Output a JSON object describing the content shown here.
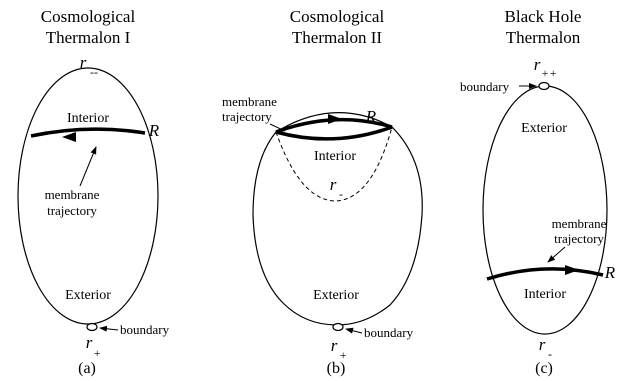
{
  "panels": [
    {
      "title_line1": "Cosmological",
      "title_line2": "Thermalon I",
      "label": "(a)",
      "region_top": "Interior",
      "region_bottom": "Exterior",
      "membrane_label": "R",
      "annotation_membrane_line1": "membrane",
      "annotation_membrane_line2": "trajectory",
      "annotation_boundary": "boundary",
      "top_point_sym": "r",
      "top_point_sub": "--",
      "bottom_point_sym": "r",
      "bottom_point_sub": "+"
    },
    {
      "title_line1": "Cosmological",
      "title_line2": "Thermalon II",
      "label": "(b)",
      "region_top": "Interior",
      "region_bottom": "Exterior",
      "membrane_label": "R",
      "annotation_membrane_line1": "membrane",
      "annotation_membrane_line2": "trajectory",
      "annotation_boundary": "boundary",
      "inner_point_sym": "r",
      "inner_point_sub": "-",
      "bottom_point_sym": "r",
      "bottom_point_sub": "+"
    },
    {
      "title_line1": "Black Hole",
      "title_line2": "Thermalon",
      "label": "(c)",
      "region_top": "Exterior",
      "region_bottom": "Interior",
      "membrane_label": "R",
      "annotation_membrane_line1": "membrane",
      "annotation_membrane_line2": "trajectory",
      "annotation_boundary": "boundary",
      "top_point_sym": "r",
      "top_point_sub": "++",
      "bottom_point_sym": "r",
      "bottom_point_sub": "-"
    }
  ]
}
